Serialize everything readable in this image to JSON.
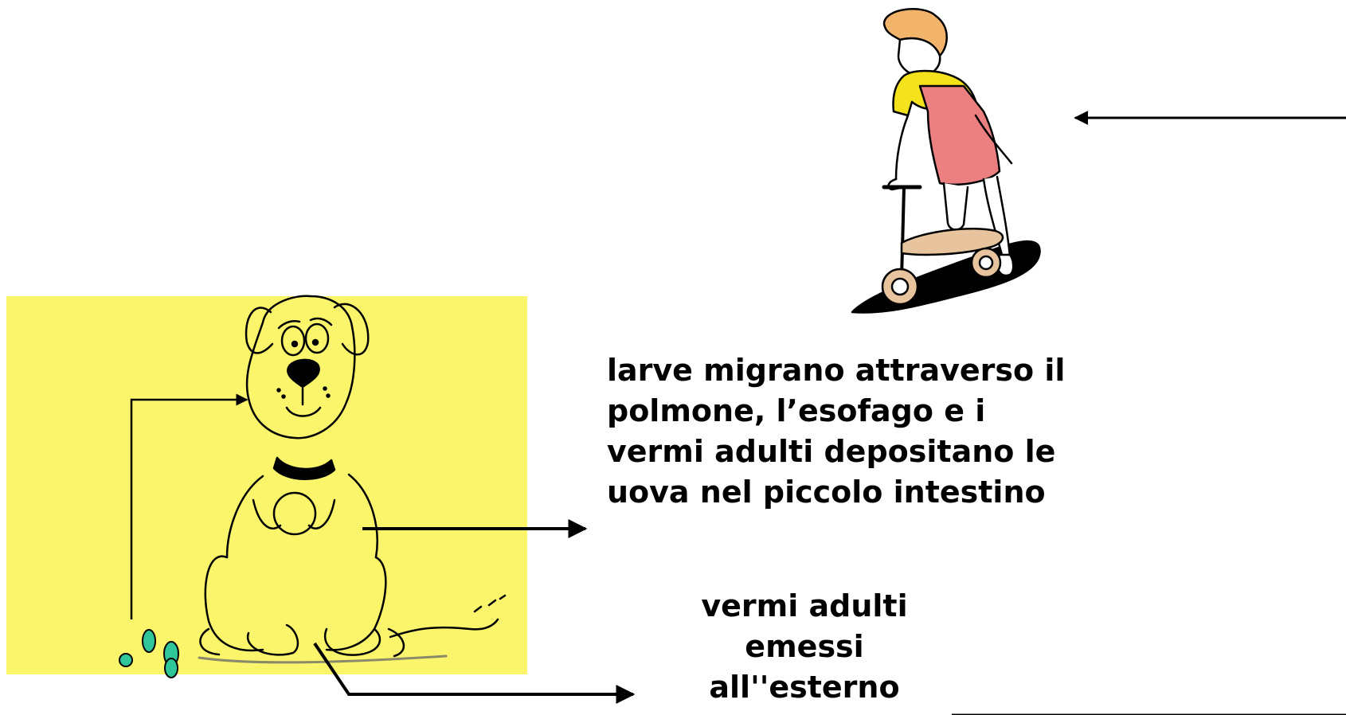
{
  "labels": {
    "lung_migration": [
      "larve migrano attraverso il",
      "polmone, l’esofago  e i",
      "vermi adulti depositano le",
      "uova nel piccolo intestino"
    ],
    "adult_worms_expelled": [
      "vermi adulti",
      "emessi",
      "all''esterno"
    ]
  },
  "colors": {
    "background": "#ffffff",
    "dog_panel": "#fbf56c",
    "line": "#000000",
    "egg": "#2fc79a",
    "child_shirt": "#f4e21d",
    "child_overalls": "#ec7f7f",
    "child_hair": "#f2b36a",
    "scooter_wood": "#e7c39e",
    "shadow": "#000000"
  },
  "icons": {
    "dog": "dog-illustration",
    "child": "child-on-scooter-illustration",
    "eggs": "egg-cluster-icon"
  }
}
